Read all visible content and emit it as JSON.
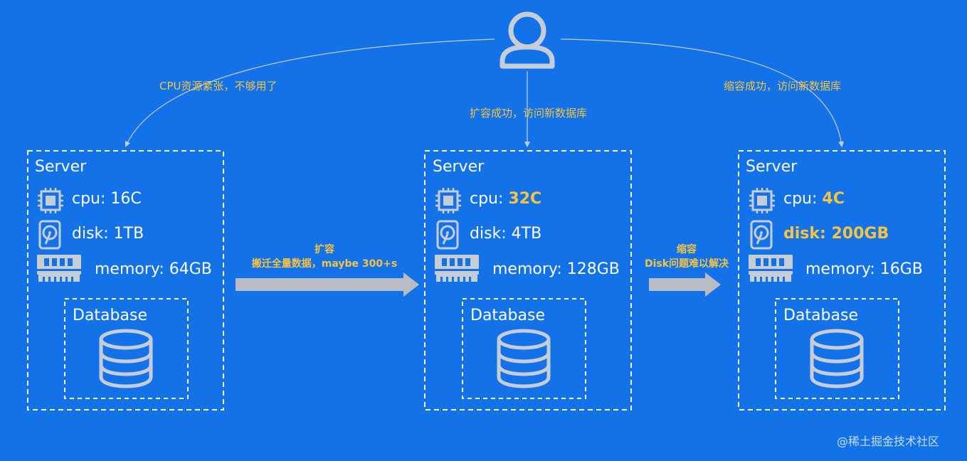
{
  "user": {
    "icon": "user-icon"
  },
  "edges": {
    "left": "CPU资源紧张，不够用了",
    "middle": "扩容成功，访问新数据库",
    "right": "缩容成功，访问新数据库"
  },
  "transitions": [
    {
      "title": "扩容",
      "subtitle": "搬迁全量数据，maybe 300+s"
    },
    {
      "title": "缩容",
      "subtitle": "Disk问题难以解决"
    }
  ],
  "servers": [
    {
      "title": "Server",
      "cpu": "cpu: 16C",
      "disk": "disk: 1TB",
      "memory": "memory: 64GB",
      "database": "Database"
    },
    {
      "title": "Server",
      "cpu_prefix": "cpu: ",
      "cpu_value": "32C",
      "disk": "disk: 4TB",
      "memory": "memory: 128GB",
      "database": "Database"
    },
    {
      "title": "Server",
      "cpu_prefix": "cpu: ",
      "cpu_value": "4C",
      "disk": "disk: 200GB",
      "memory": "memory: 16GB",
      "database": "Database"
    }
  ],
  "watermark": "@稀土掘金技术社区",
  "colors": {
    "background": "#1472e8",
    "highlight": "#f5c342",
    "line": "#c7cdd6",
    "arrow": "#b8bcc2"
  }
}
